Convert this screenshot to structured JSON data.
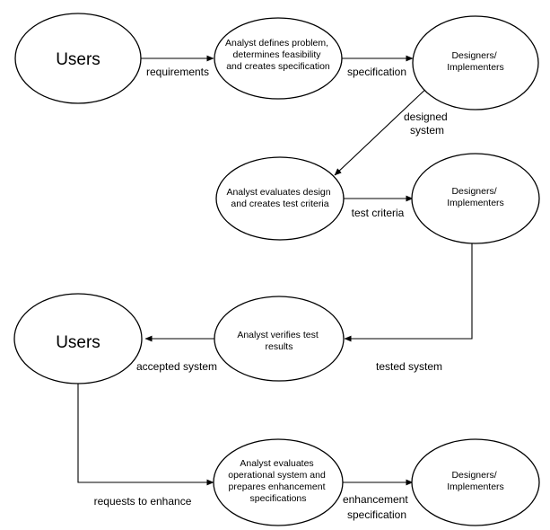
{
  "nodes": {
    "users_top": {
      "lines": [
        "Users"
      ]
    },
    "analyst_define": {
      "lines": [
        "Analyst defines problem,",
        "determines feasibility",
        "and creates specification"
      ]
    },
    "designers_1": {
      "lines": [
        "Designers/",
        "Implementers"
      ]
    },
    "analyst_evaluate_design": {
      "lines": [
        "Analyst evaluates design",
        "and creates test criteria"
      ]
    },
    "designers_2": {
      "lines": [
        "Designers/",
        "Implementers"
      ]
    },
    "analyst_verify": {
      "lines": [
        "Analyst verifies test",
        "results"
      ]
    },
    "users_bottom": {
      "lines": [
        "Users"
      ]
    },
    "analyst_enhance": {
      "lines": [
        "Analyst evaluates",
        "operational system and",
        "prepares enhancement",
        "specifications"
      ]
    },
    "designers_3": {
      "lines": [
        "Designers/",
        "Implementers"
      ]
    }
  },
  "edges": {
    "requirements": {
      "lines": [
        "requirements"
      ]
    },
    "specification": {
      "lines": [
        "specification"
      ]
    },
    "designed_system": {
      "lines": [
        "designed",
        "system"
      ]
    },
    "test_criteria": {
      "lines": [
        "test criteria"
      ]
    },
    "tested_system": {
      "lines": [
        "tested system"
      ]
    },
    "accepted_system": {
      "lines": [
        "accepted system"
      ]
    },
    "requests_to_enhance": {
      "lines": [
        "requests to enhance"
      ]
    },
    "enhancement_specification": {
      "lines": [
        "enhancement",
        "specification"
      ]
    }
  }
}
